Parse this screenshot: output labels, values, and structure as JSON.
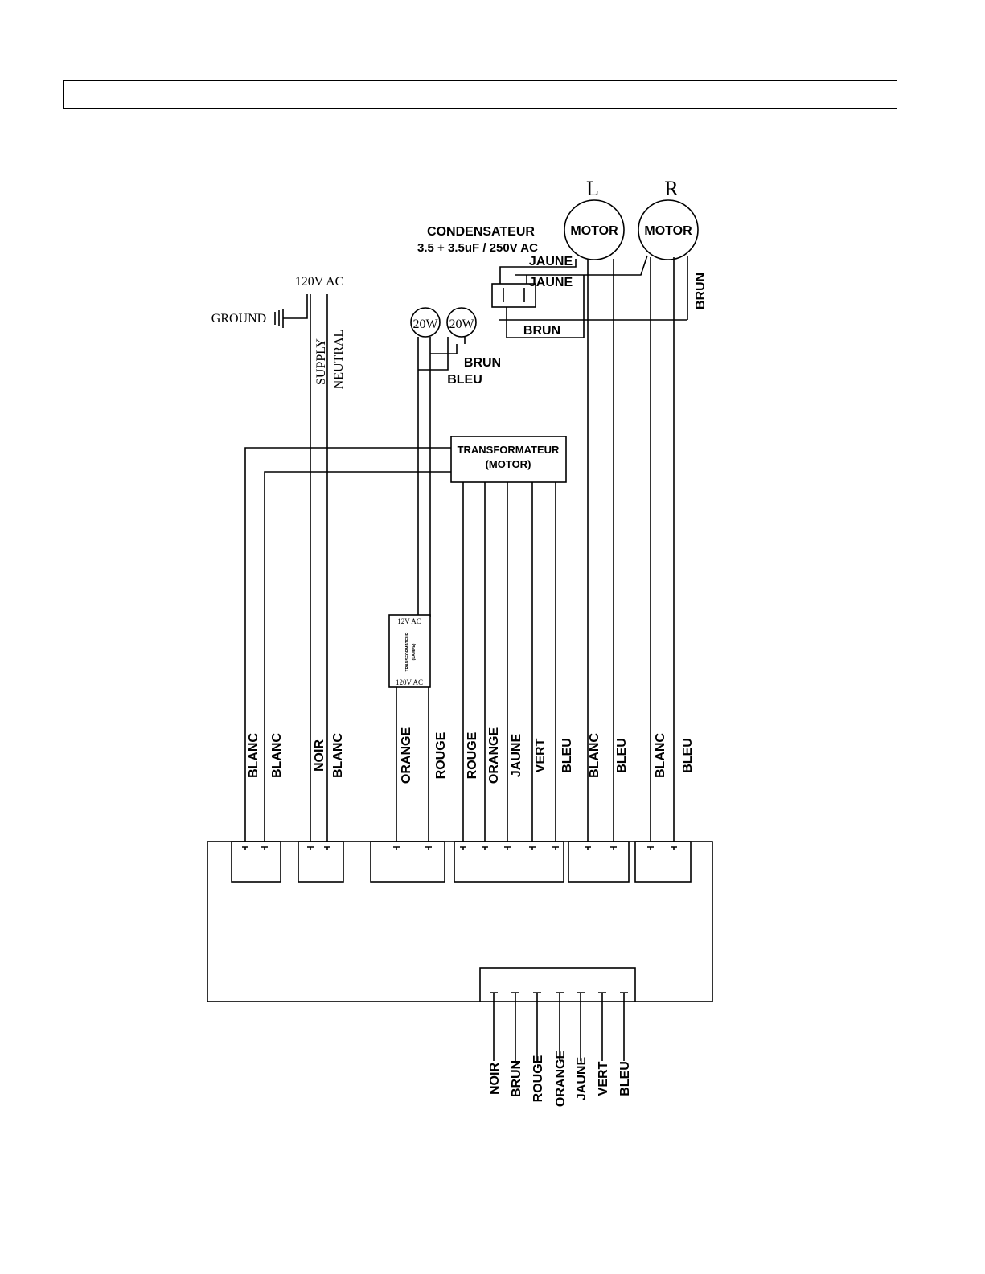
{
  "header": {
    "text": ""
  },
  "motors": {
    "left": {
      "side": "L",
      "label": "MOTOR"
    },
    "right": {
      "side": "R",
      "label": "MOTOR"
    }
  },
  "capacitor": {
    "title": "CONDENSATEUR",
    "rating": "3.5 + 3.5uF / 250V AC"
  },
  "capacitor_wires": {
    "jaune_1": "JAUNE",
    "jaune_2": "JAUNE",
    "brun": "BRUN"
  },
  "right_motor_wire": "BRUN",
  "supply": {
    "voltage": "120V AC",
    "ground": "GROUND",
    "supply": "SUPPLY",
    "neutral": "NEUTRAL"
  },
  "lamps": {
    "lamp_1": "20W",
    "lamp_2": "20W",
    "brun": "BRUN",
    "bleu": "BLEU"
  },
  "motor_transformer": {
    "line1": "TRANSFORMATEUR",
    "line2": "(MOTOR)"
  },
  "lamp_transformer": {
    "top": "12V AC",
    "bottom": "120V AC",
    "name": "TRANSFORMATEUR",
    "sub": "(LAMPE)"
  },
  "upper_wires": [
    "BLANC",
    "BLANC",
    "NOIR",
    "BLANC",
    "ORANGE",
    "ROUGE",
    "ROUGE",
    "ORANGE",
    "JAUNE",
    "VERT",
    "BLEU",
    "BLANC",
    "BLEU",
    "BLANC",
    "BLEU"
  ],
  "lower_wires": [
    "NOIR",
    "BRUN",
    "ROUGE",
    "ORANGE",
    "JAUNE",
    "VERT",
    "BLEU"
  ]
}
